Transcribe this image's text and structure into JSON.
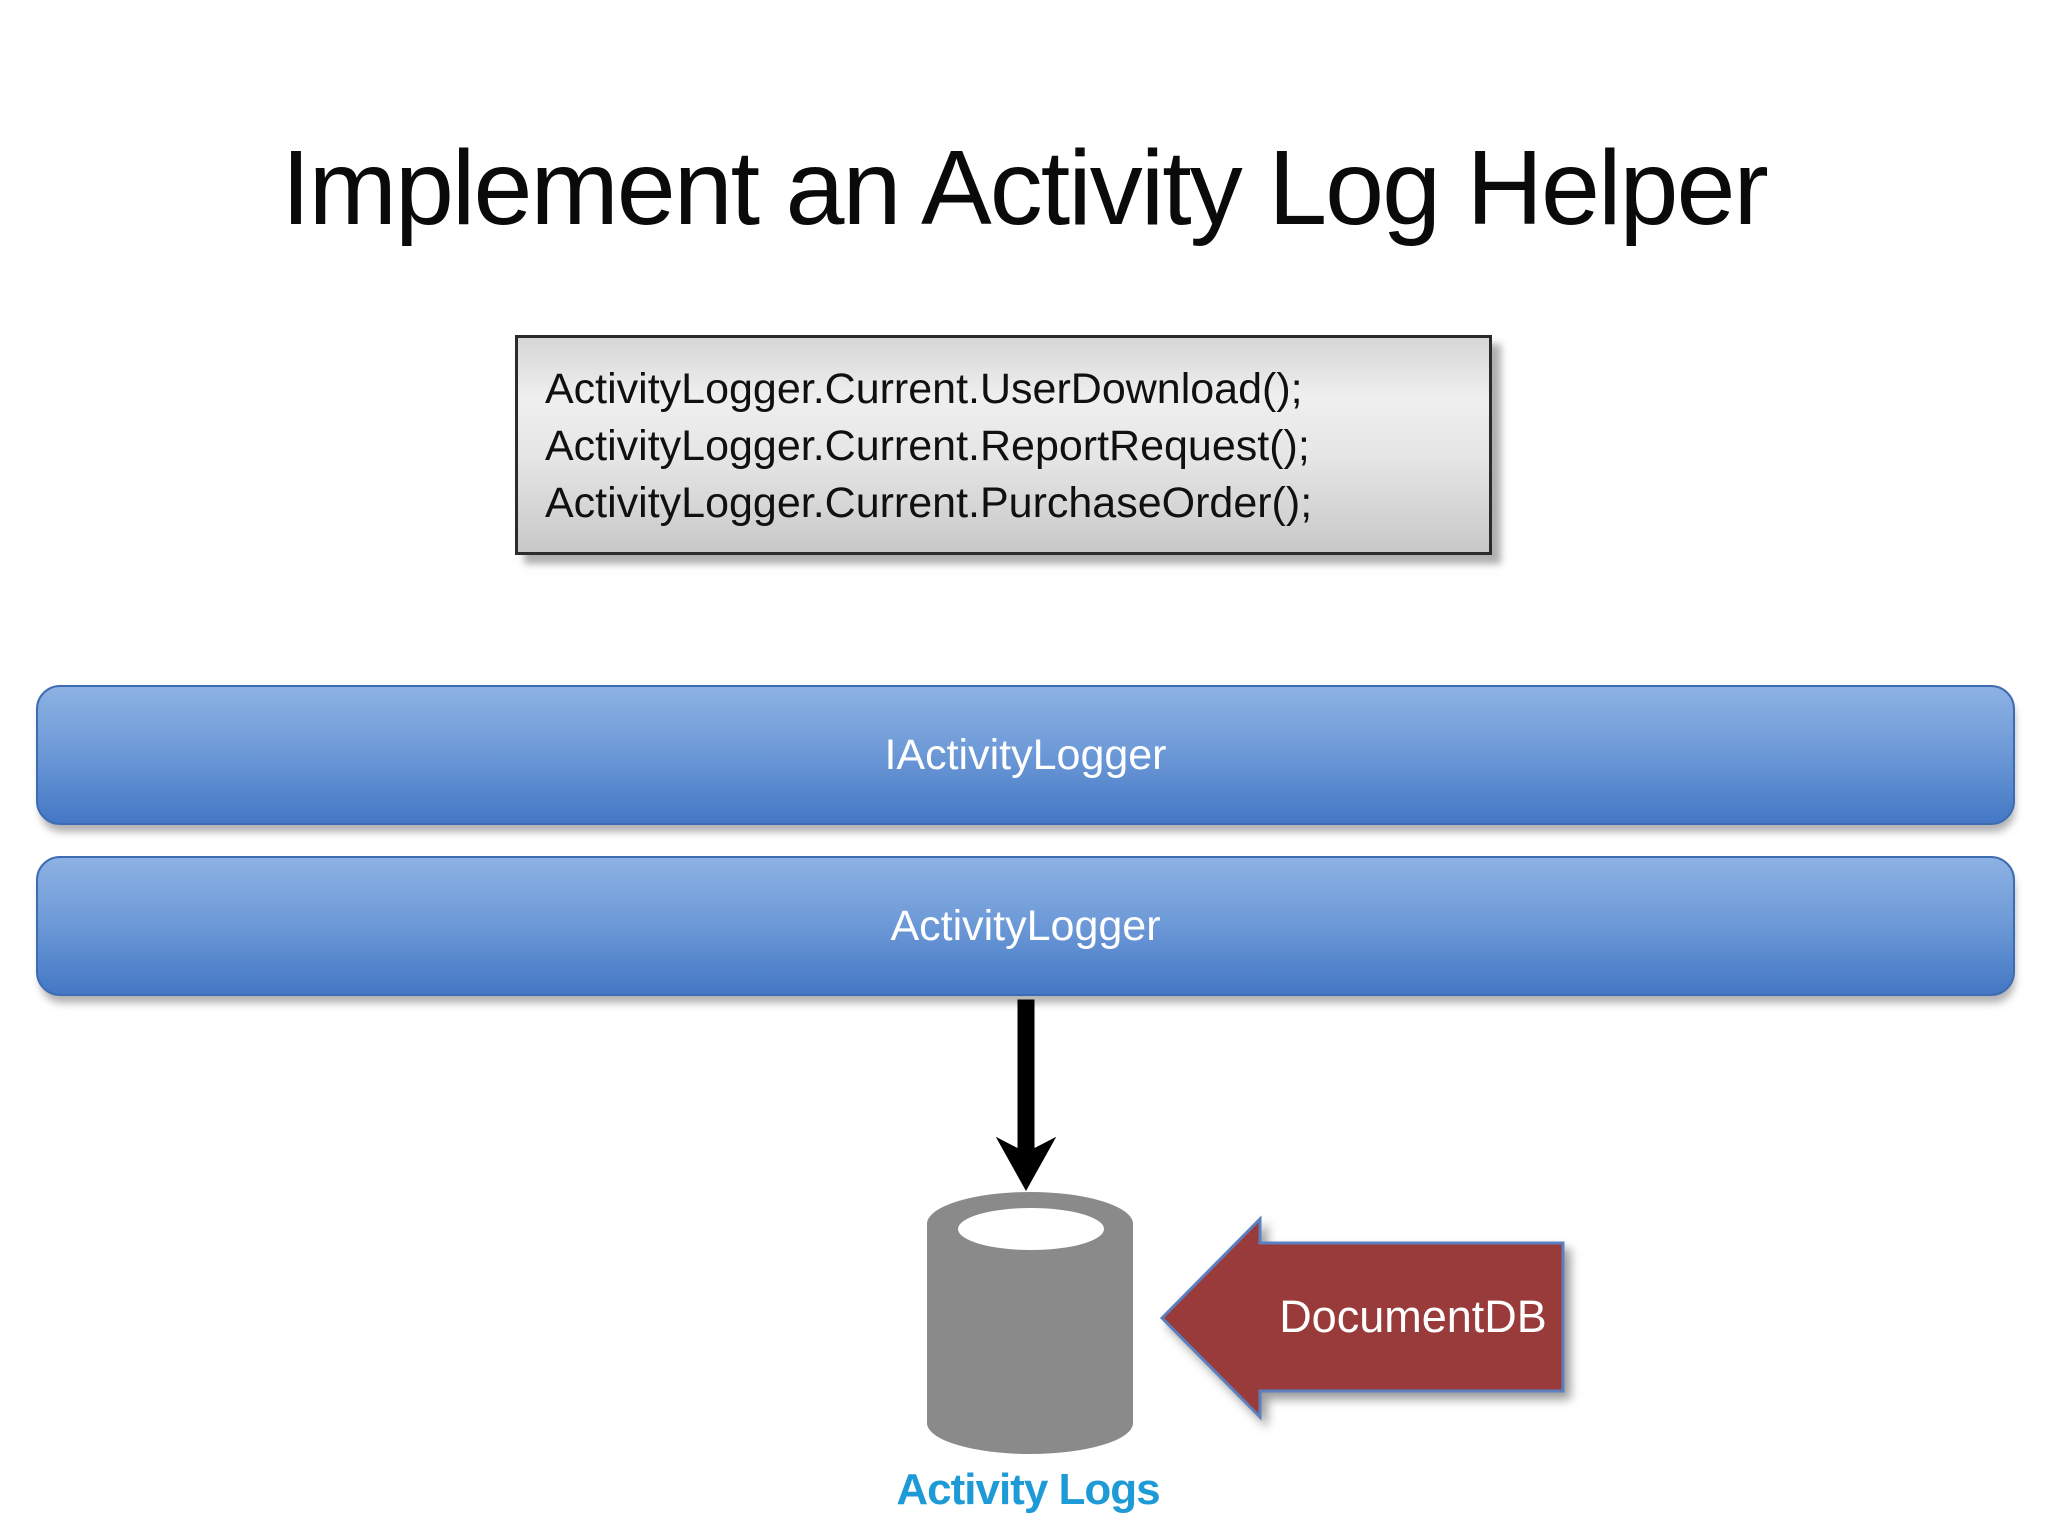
{
  "slide": {
    "title": "Implement an Activity Log Helper",
    "code_box": {
      "lines": [
        "ActivityLogger.Current.UserDownload();",
        "ActivityLogger.Current.ReportRequest();",
        "ActivityLogger.Current.PurchaseOrder();"
      ]
    },
    "layers": [
      {
        "label": "IActivityLogger"
      },
      {
        "label": "ActivityLogger"
      }
    ],
    "database": {
      "label": "Activity Logs"
    },
    "annotation_arrow": {
      "label": "DocumentDB"
    }
  },
  "colors": {
    "title_black": "#0A0A0A",
    "accent_blue_top": "#8DB2E3",
    "accent_blue_bottom": "#4478C5",
    "accent_blue_border": "#3E6CB3",
    "code_border": "#2B2B2B",
    "db_gray": "#8A8A8A",
    "db_label_blue": "#1E9BD7",
    "doc_arrow_red": "#9A3B3B",
    "doc_arrow_outline": "#5B7FBF"
  }
}
